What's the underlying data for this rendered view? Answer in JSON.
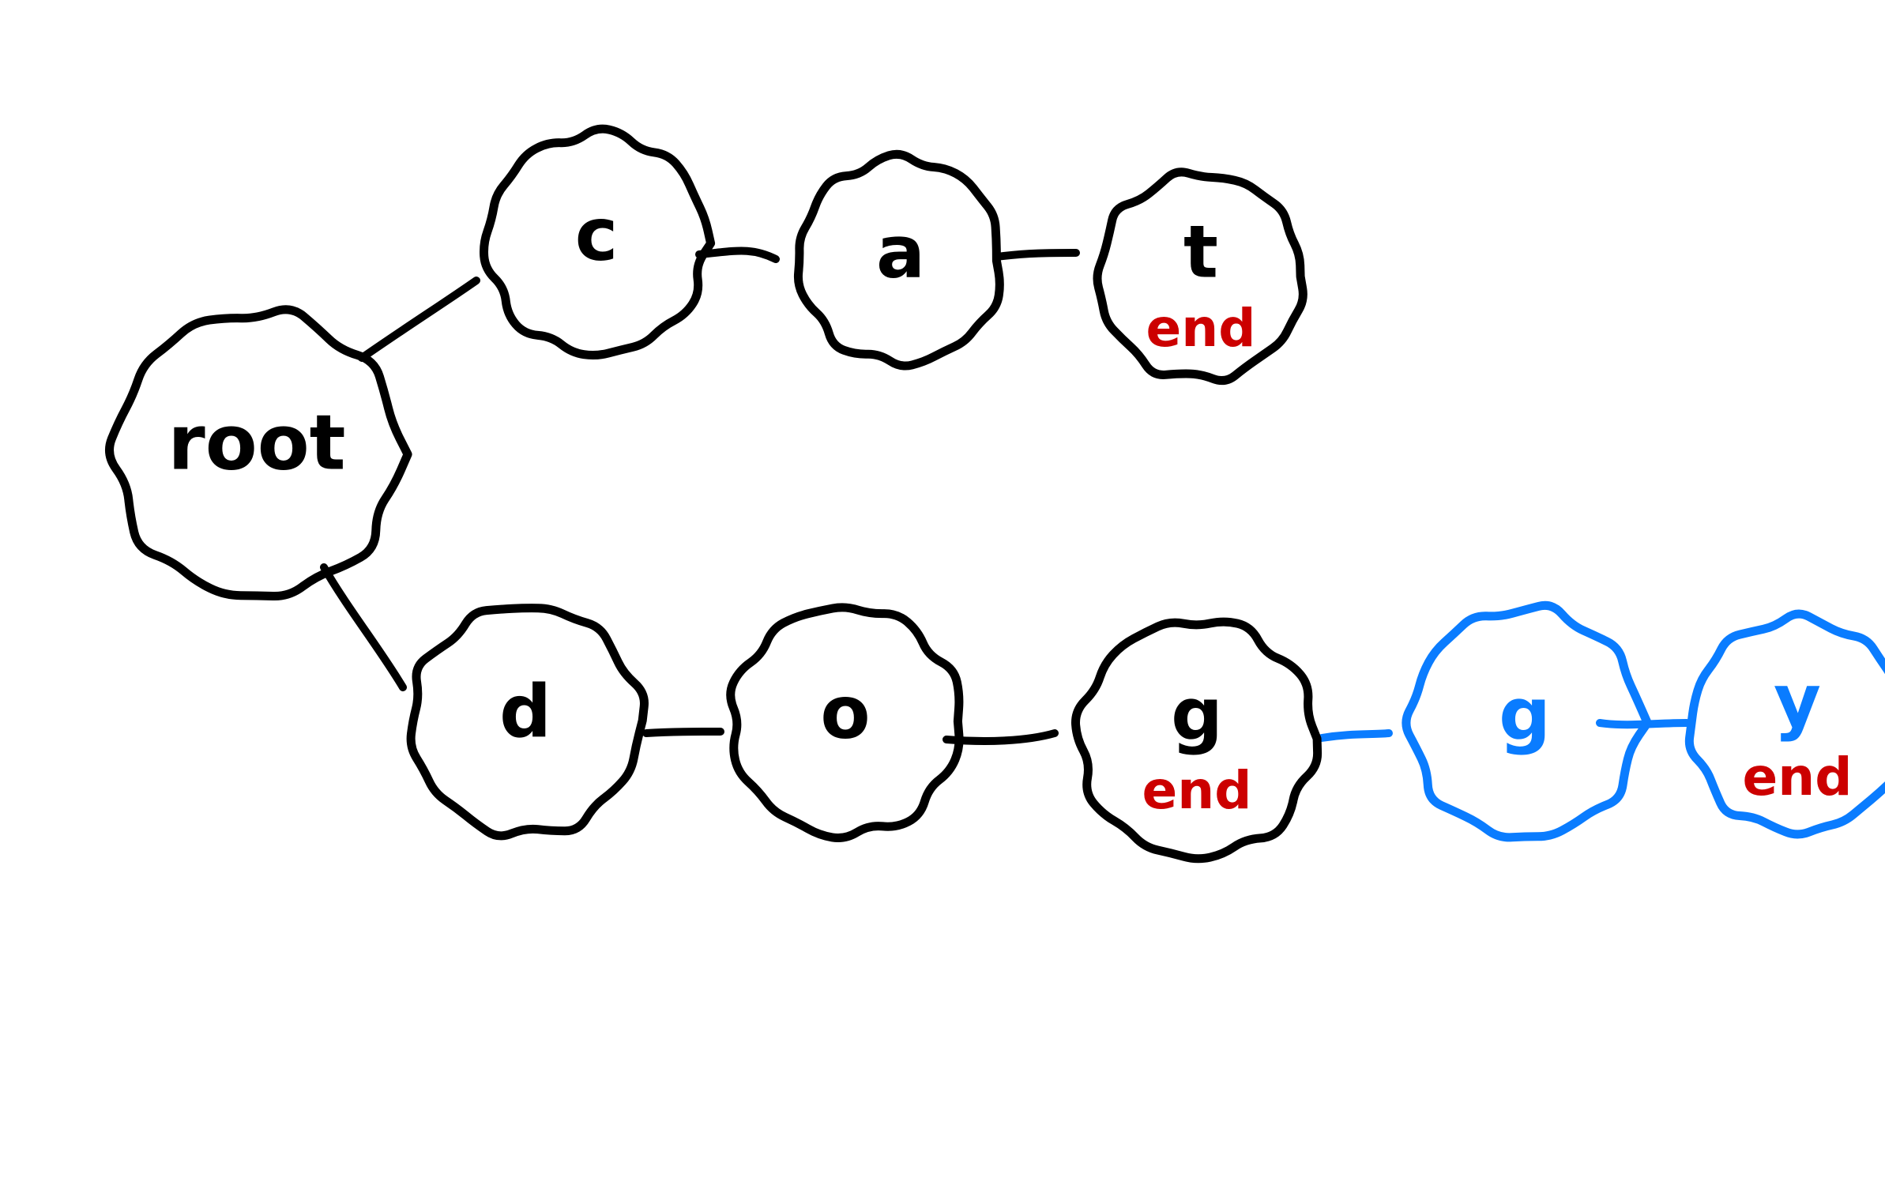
{
  "colors": {
    "ink": "#000000",
    "new_branch": "#0a7cff",
    "end_marker": "#cc0000",
    "background": "#ffffff"
  },
  "diagram": {
    "nodes": [
      {
        "id": "root",
        "label": "root",
        "end": false,
        "branch": "original"
      },
      {
        "id": "c",
        "label": "c",
        "end": false,
        "branch": "original"
      },
      {
        "id": "a",
        "label": "a",
        "end": false,
        "branch": "original"
      },
      {
        "id": "t",
        "label": "t",
        "end": true,
        "branch": "original"
      },
      {
        "id": "d",
        "label": "d",
        "end": false,
        "branch": "original"
      },
      {
        "id": "o",
        "label": "o",
        "end": false,
        "branch": "original"
      },
      {
        "id": "g1",
        "label": "g",
        "end": true,
        "branch": "original"
      },
      {
        "id": "g2",
        "label": "g",
        "end": false,
        "branch": "new"
      },
      {
        "id": "y",
        "label": "y",
        "end": true,
        "branch": "new"
      }
    ],
    "edges": [
      {
        "from": "root",
        "to": "c",
        "branch": "original"
      },
      {
        "from": "c",
        "to": "a",
        "branch": "original"
      },
      {
        "from": "a",
        "to": "t",
        "branch": "original"
      },
      {
        "from": "root",
        "to": "d",
        "branch": "original"
      },
      {
        "from": "d",
        "to": "o",
        "branch": "original"
      },
      {
        "from": "o",
        "to": "g1",
        "branch": "original"
      },
      {
        "from": "g1",
        "to": "g2",
        "branch": "new"
      },
      {
        "from": "g2",
        "to": "y",
        "branch": "new"
      }
    ],
    "end_label": "end"
  }
}
